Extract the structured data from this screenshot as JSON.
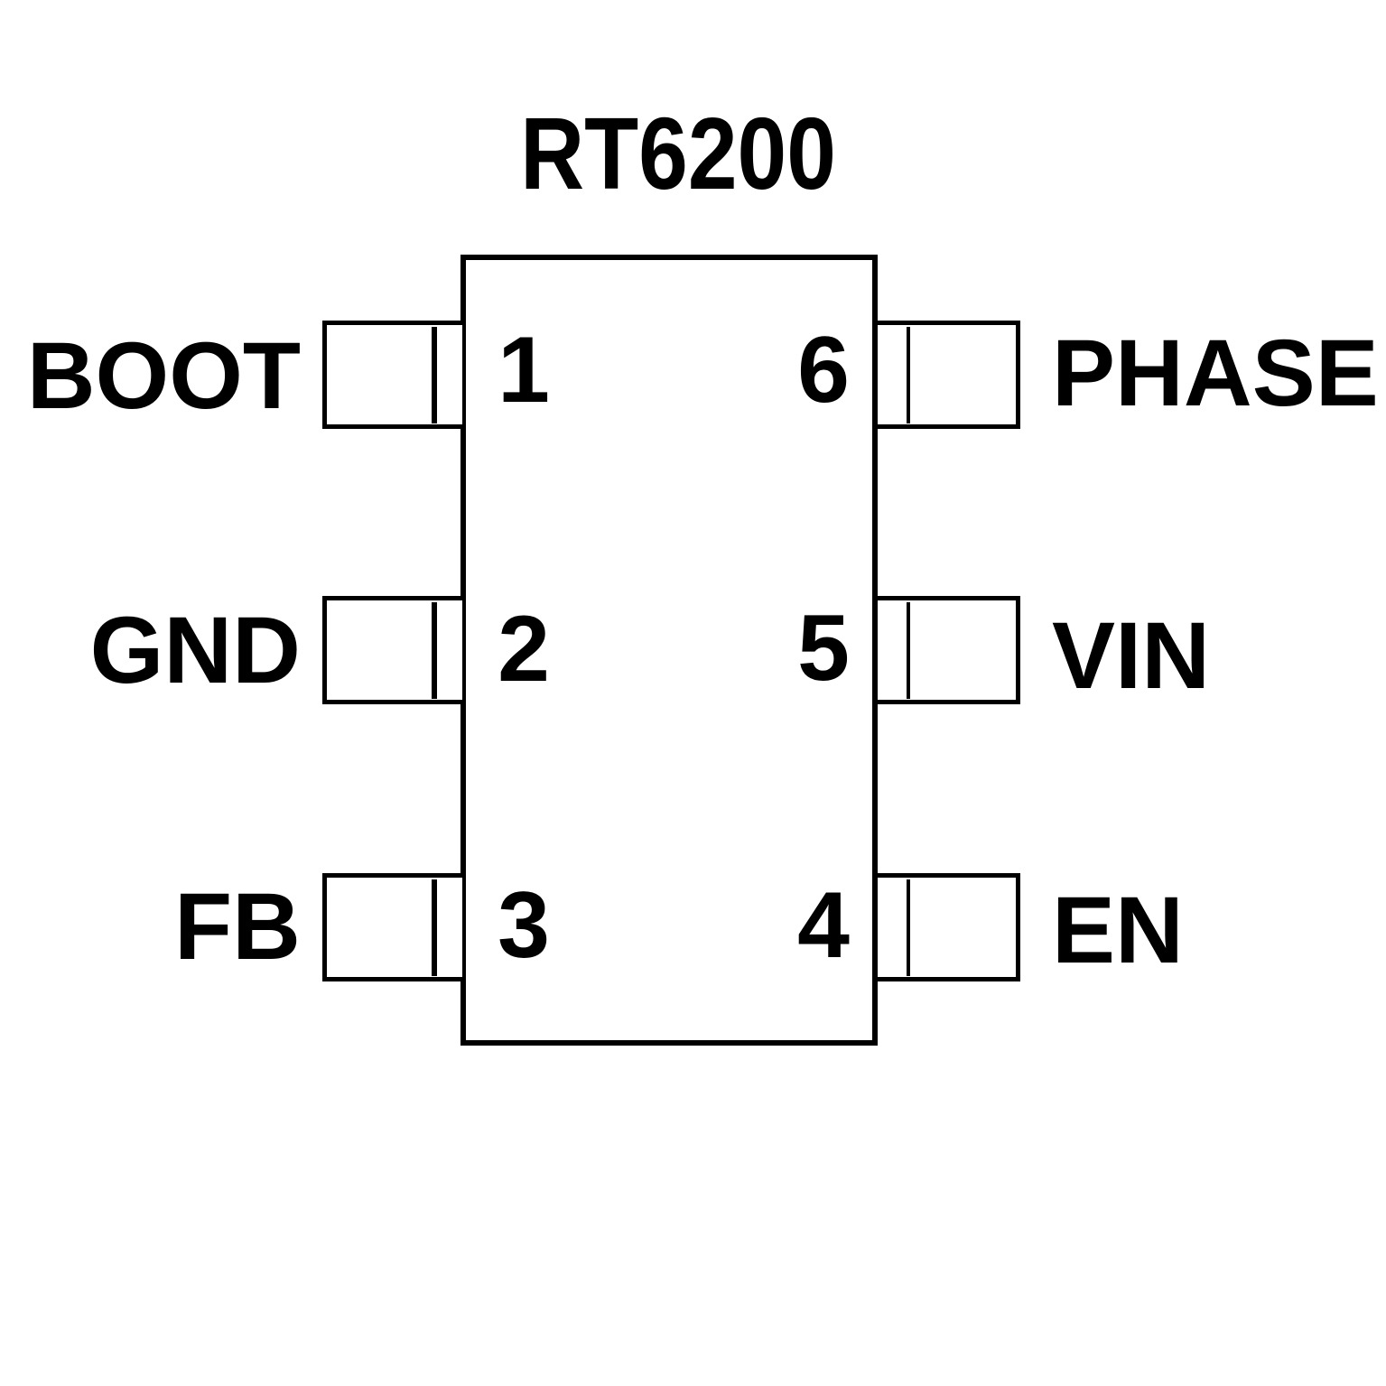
{
  "title": "RT6200",
  "diagram_type": "ic-pinout",
  "pins": [
    {
      "number": "1",
      "label": "BOOT",
      "side": "left"
    },
    {
      "number": "2",
      "label": "GND",
      "side": "left"
    },
    {
      "number": "3",
      "label": "FB",
      "side": "left"
    },
    {
      "number": "4",
      "label": "EN",
      "side": "right"
    },
    {
      "number": "5",
      "label": "VIN",
      "side": "right"
    },
    {
      "number": "6",
      "label": "PHASE",
      "side": "right"
    }
  ],
  "colors": {
    "line": "#000000",
    "text": "#000000",
    "background": "#ffffff"
  }
}
